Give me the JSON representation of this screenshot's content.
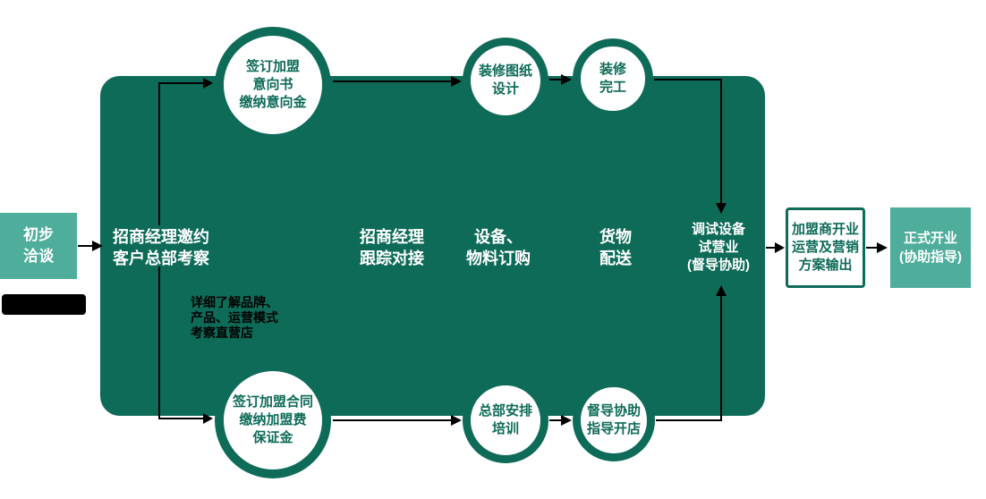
{
  "colors": {
    "dark_teal": "#0e6b58",
    "light_teal": "#4fae9b",
    "text_on_dark": "#ffffff",
    "annotation_black": "#000000"
  },
  "flow": {
    "start": {
      "line1": "初步",
      "line2": "洽谈"
    },
    "steps": {
      "invite": {
        "line1": "招商经理邀约",
        "line2": "客户总部考察"
      },
      "follow": {
        "line1": "招商经理",
        "line2": "跟踪对接"
      },
      "order": {
        "line1": "设备、",
        "line2": "物料订购"
      },
      "delivery": {
        "line1": "货物",
        "line2": "配送"
      },
      "trial": {
        "line1": "调试设备",
        "line2": "试营业",
        "line3": "(督导协助)"
      }
    },
    "top_circles": {
      "intent": {
        "line1": "签订加盟",
        "line2": "意向书",
        "line3": "缴纳意向金"
      },
      "design": {
        "line1": "装修图纸",
        "line2": "设计"
      },
      "done": {
        "line1": "装修",
        "line2": "完工"
      }
    },
    "bottom_circles": {
      "contract": {
        "line1": "签订加盟合同",
        "line2": "缴纳加盟费",
        "line3": "保证金"
      },
      "training": {
        "line1": "总部安排",
        "line2": "培训"
      },
      "supervise": {
        "line1": "督导协助",
        "line2": "指导开店"
      }
    },
    "outcome": {
      "line1": "加盟商开业",
      "line2": "运营及营销",
      "line3": "方案输出"
    },
    "final": {
      "line1": "正式开业",
      "line2": "(协助指导)"
    },
    "note": {
      "line1": "详细了解品牌、",
      "line2": "产品、运营模式",
      "line3": "考察直营店"
    }
  }
}
